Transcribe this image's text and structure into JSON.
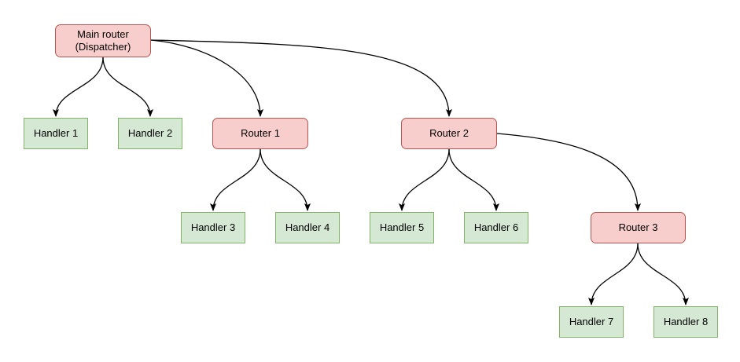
{
  "diagram": {
    "type": "routing-tree",
    "nodes": [
      {
        "id": "main-router",
        "kind": "router",
        "label": "Main router\n(Dispatcher)"
      },
      {
        "id": "handler-1",
        "kind": "handler",
        "label": "Handler 1"
      },
      {
        "id": "handler-2",
        "kind": "handler",
        "label": "Handler 2"
      },
      {
        "id": "router-1",
        "kind": "router",
        "label": "Router 1"
      },
      {
        "id": "router-2",
        "kind": "router",
        "label": "Router 2"
      },
      {
        "id": "handler-3",
        "kind": "handler",
        "label": "Handler 3"
      },
      {
        "id": "handler-4",
        "kind": "handler",
        "label": "Handler 4"
      },
      {
        "id": "handler-5",
        "kind": "handler",
        "label": "Handler 5"
      },
      {
        "id": "handler-6",
        "kind": "handler",
        "label": "Handler 6"
      },
      {
        "id": "router-3",
        "kind": "router",
        "label": "Router 3"
      },
      {
        "id": "handler-7",
        "kind": "handler",
        "label": "Handler 7"
      },
      {
        "id": "handler-8",
        "kind": "handler",
        "label": "Handler 8"
      }
    ],
    "edges": [
      {
        "from": "main-router",
        "to": "handler-1"
      },
      {
        "from": "main-router",
        "to": "handler-2"
      },
      {
        "from": "main-router",
        "to": "router-1"
      },
      {
        "from": "main-router",
        "to": "router-2"
      },
      {
        "from": "router-1",
        "to": "handler-3"
      },
      {
        "from": "router-1",
        "to": "handler-4"
      },
      {
        "from": "router-2",
        "to": "handler-5"
      },
      {
        "from": "router-2",
        "to": "handler-6"
      },
      {
        "from": "router-2",
        "to": "router-3"
      },
      {
        "from": "router-3",
        "to": "handler-7"
      },
      {
        "from": "router-3",
        "to": "handler-8"
      }
    ]
  },
  "colors": {
    "canvas_bg": "#ffffff",
    "router_fill": "#f8cecc",
    "router_border": "#b85450",
    "handler_fill": "#d5e8d4",
    "handler_border": "#82b366",
    "edge_color": "#000000",
    "label_color": "#000000"
  }
}
